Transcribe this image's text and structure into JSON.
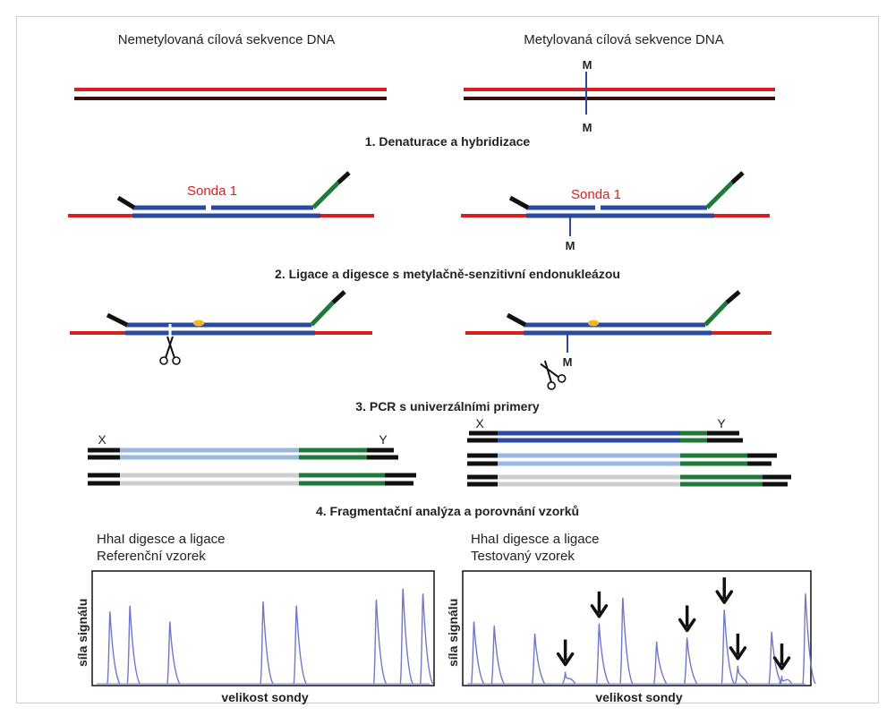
{
  "colors": {
    "strand_red": "#d62020",
    "strand_dark": "#3a0d0d",
    "probe_blue": "#2a4aa0",
    "probe_green": "#1f7a3a",
    "light_blue": "#9ab8e0",
    "light_gray": "#cfcfcf",
    "tag_black": "#111111",
    "dot_yellow": "#f2b820",
    "peak_blue": "#6f78c8",
    "label_red": "#d62020"
  },
  "top": {
    "left_title": "Nemetylovaná cílová sekvence DNA",
    "right_title": "Metylovaná cílová sekvence DNA",
    "meth_mark": "M"
  },
  "step1": {
    "title": "1. Denaturace a hybridizace",
    "probe_label": "Sonda 1",
    "meth_mark": "M"
  },
  "step2": {
    "title": "2. Ligace a digesce s metylačně-senzitivní endonukleázou",
    "meth_mark": "M"
  },
  "step3": {
    "title": "3. PCR s univerzálními primery",
    "primer_x": "X",
    "primer_y": "Y"
  },
  "step4": {
    "title": "4. Fragmentační analýza a porovnání vzorků",
    "left_panel": {
      "title_line1": "HhaI digesce a ligace",
      "title_line2": "Referenční vzorek",
      "ylabel": "síla signálu",
      "xlabel": "velikost sondy"
    },
    "right_panel": {
      "title_line1": "HhaI digesce a ligace",
      "title_line2": "Testovaný vzorek",
      "ylabel": "síla signálu",
      "xlabel": "velikost sondy"
    }
  },
  "chart_data": [
    {
      "type": "line",
      "title": "HhaI digesce a ligace – Referenční vzorek",
      "xlabel": "velikost sondy",
      "ylabel": "síla signálu",
      "peaks": [
        {
          "pos": 0.04,
          "height": 0.72
        },
        {
          "pos": 0.1,
          "height": 0.78
        },
        {
          "pos": 0.22,
          "height": 0.62
        },
        {
          "pos": 0.5,
          "height": 0.82
        },
        {
          "pos": 0.6,
          "height": 0.78
        },
        {
          "pos": 0.84,
          "height": 0.84
        },
        {
          "pos": 0.92,
          "height": 0.95
        },
        {
          "pos": 0.98,
          "height": 0.9
        }
      ]
    },
    {
      "type": "line",
      "title": "HhaI digesce a ligace – Testovaný vzorek",
      "xlabel": "velikost sondy",
      "ylabel": "síla signálu",
      "peaks": [
        {
          "pos": 0.02,
          "height": 0.62,
          "arrow": false
        },
        {
          "pos": 0.08,
          "height": 0.58,
          "arrow": false
        },
        {
          "pos": 0.2,
          "height": 0.5,
          "arrow": false
        },
        {
          "pos": 0.29,
          "height": 0.12,
          "arrow": true
        },
        {
          "pos": 0.39,
          "height": 0.6,
          "arrow": true
        },
        {
          "pos": 0.46,
          "height": 0.86,
          "arrow": false
        },
        {
          "pos": 0.56,
          "height": 0.42,
          "arrow": false
        },
        {
          "pos": 0.65,
          "height": 0.46,
          "arrow": true
        },
        {
          "pos": 0.76,
          "height": 0.74,
          "arrow": true
        },
        {
          "pos": 0.8,
          "height": 0.18,
          "arrow": true
        },
        {
          "pos": 0.9,
          "height": 0.52,
          "arrow": false
        },
        {
          "pos": 0.93,
          "height": 0.08,
          "arrow": true
        },
        {
          "pos": 1.0,
          "height": 0.9,
          "arrow": false
        }
      ]
    }
  ]
}
